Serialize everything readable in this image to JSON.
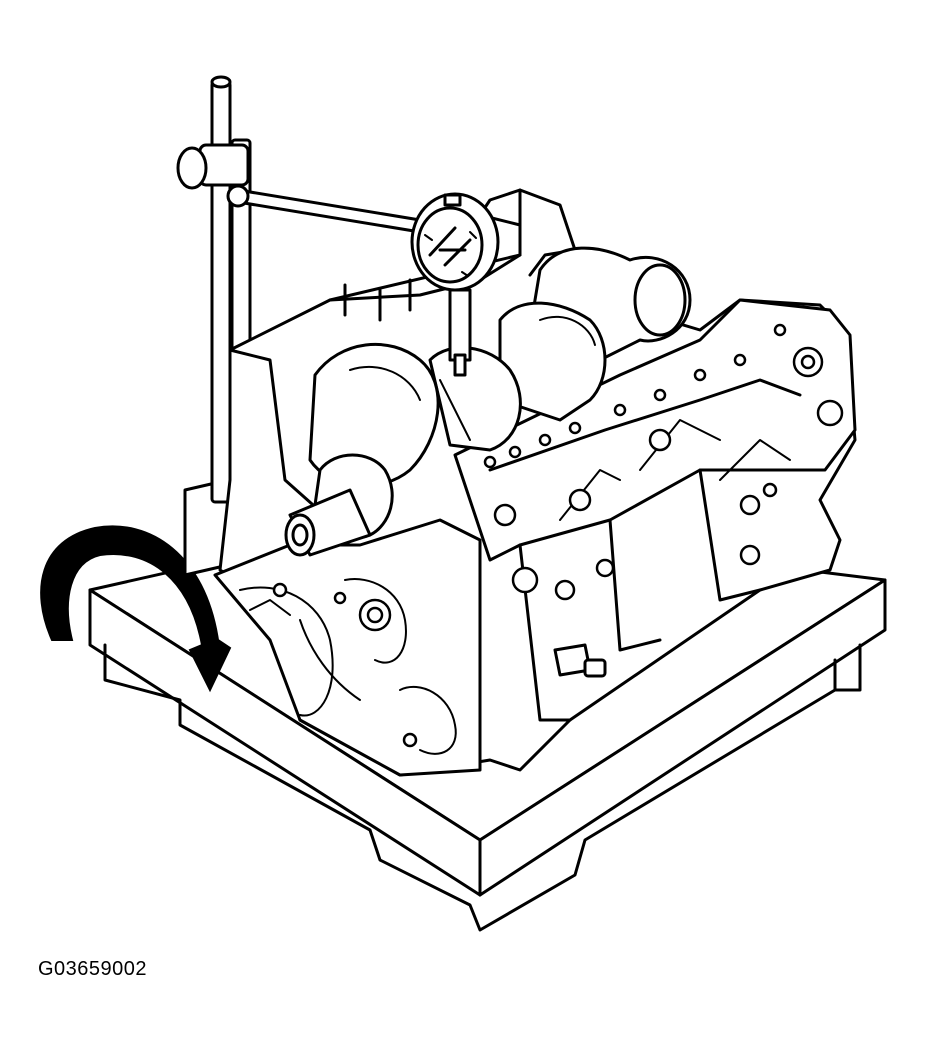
{
  "figure": {
    "code": "G03659002",
    "components": [
      "surface-plate",
      "cylinder-block",
      "crankshaft",
      "dial-indicator",
      "magnetic-stand",
      "rotation-arrow"
    ],
    "rotation_direction": "clockwise"
  }
}
